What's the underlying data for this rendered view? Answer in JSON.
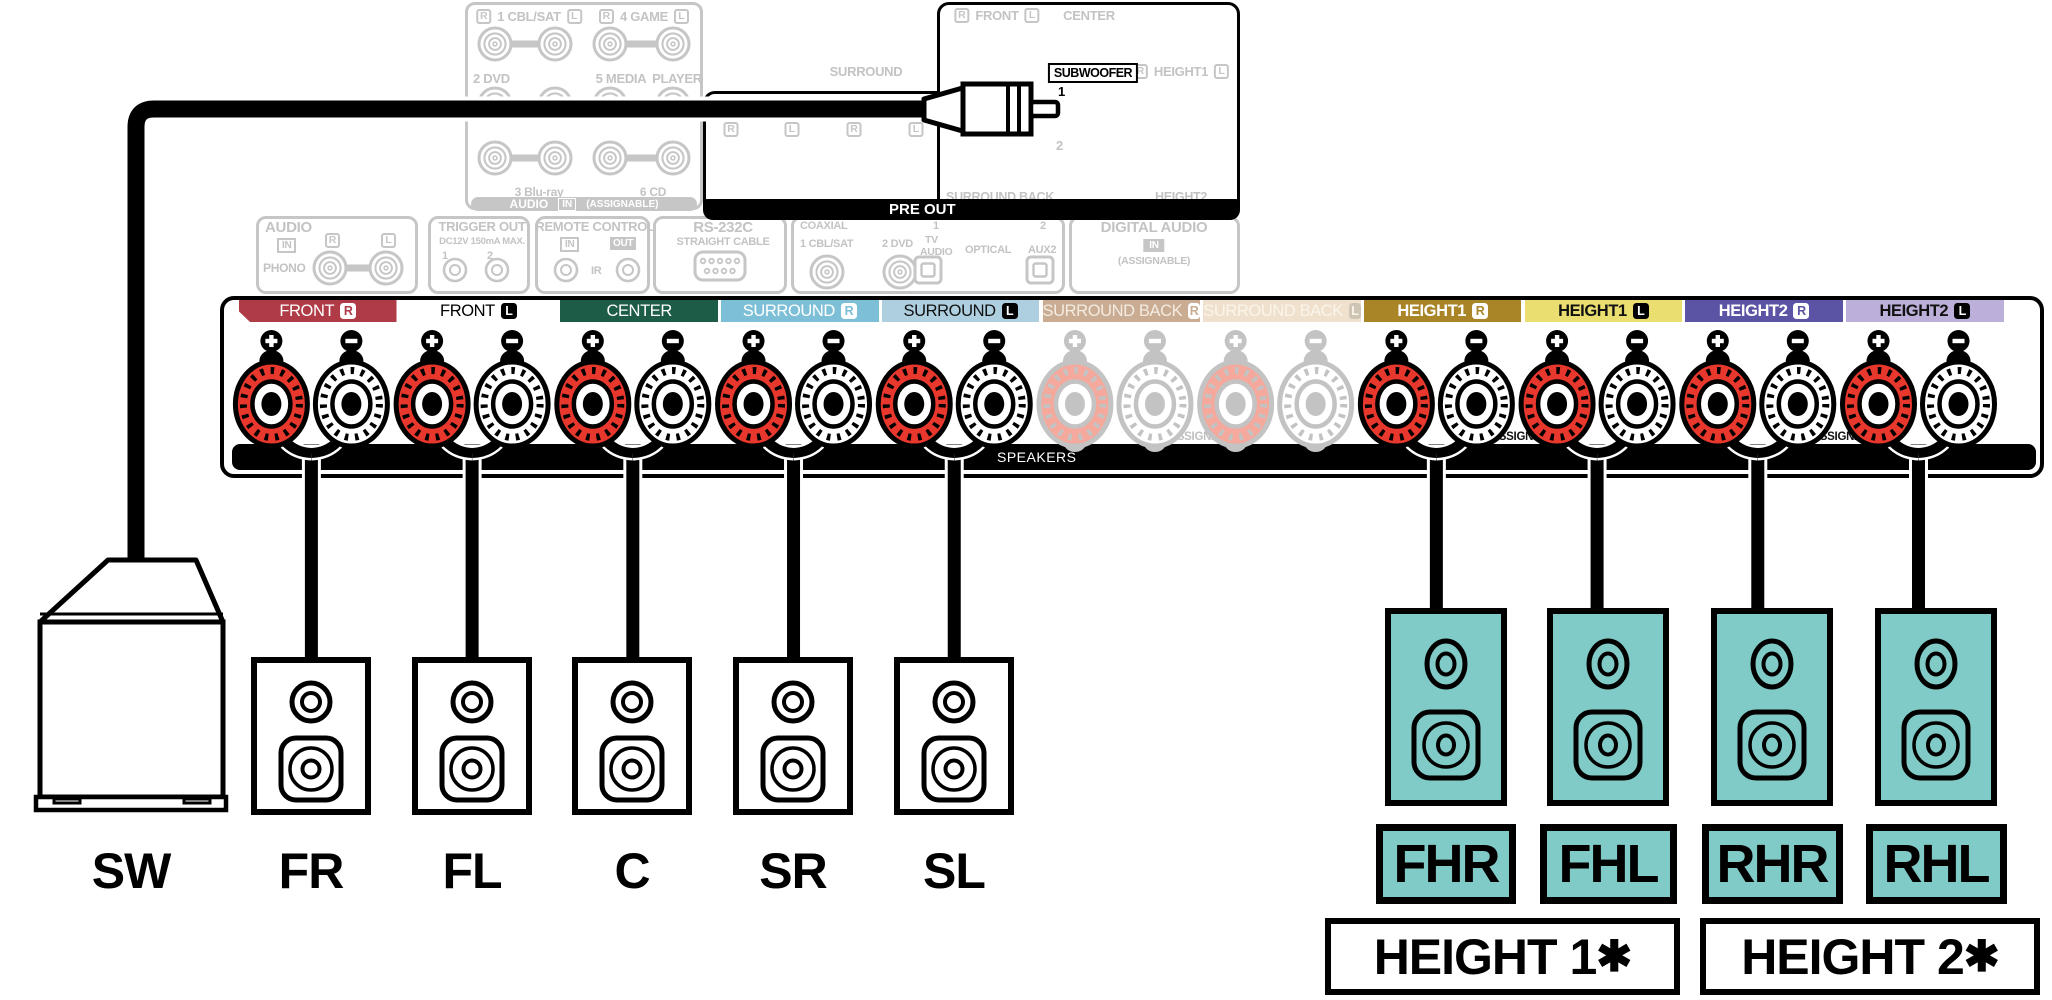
{
  "colors": {
    "post_red": "#E8372C",
    "post_red_faded": "#F5A89C",
    "inactive_gray": "#C3C3C3",
    "height_speaker_cyan": "#80CBC7"
  },
  "rear_top": {
    "inputs": {
      "row1": [
        {
          "r": "R",
          "label": "1 CBL/SAT",
          "l": "L"
        },
        {
          "r": "R",
          "label": "4 GAME",
          "l": "L"
        }
      ],
      "row2": [
        "2 DVD",
        "5 MEDIA",
        "PLAYER"
      ],
      "row3": [
        "3 Blu-ray",
        "6 CD"
      ],
      "bar": {
        "audio": "AUDIO",
        "in": "IN",
        "assignable": "(ASSIGNABLE)"
      }
    },
    "pre_out": {
      "front_r": "R",
      "front": "FRONT",
      "front_l": "L",
      "center": "CENTER",
      "surround": "SURROUND",
      "subwoofer": "SUBWOOFER",
      "jack1": "1",
      "jack2": "2",
      "h1_r": "R",
      "height1": "HEIGHT1",
      "h1_l": "L",
      "zone_badges": [
        "R",
        "L",
        "R",
        "L"
      ],
      "surround_back": "SURROUND BACK",
      "height2": "HEIGHT2",
      "bar": "PRE OUT"
    },
    "connectors": {
      "phono": {
        "title": "AUDIO",
        "in": "IN",
        "r": "R",
        "l": "L",
        "label": "PHONO"
      },
      "trigger": {
        "title": "TRIGGER OUT",
        "spec": "DC12V 150mA MAX.",
        "n1": "1",
        "n2": "2"
      },
      "remote": {
        "title": "REMOTE CONTROL",
        "in": "IN",
        "out": "OUT",
        "ir": "IR"
      },
      "rs232": {
        "title": "RS-232C",
        "subtitle": "STRAIGHT CABLE"
      },
      "digital": {
        "coaxial": "COAXIAL",
        "in1": "1 CBL/SAT",
        "in2": "2 DVD",
        "opt1_num": "1",
        "opt1a": "TV",
        "opt1b": "AUDIO",
        "optical": "OPTICAL",
        "opt2_num": "2",
        "opt2": "AUX2",
        "title": "DIGITAL AUDIO",
        "in": "IN",
        "assignable": "(ASSIGNABLE)"
      }
    }
  },
  "terminals": {
    "speakers_bar": "SPEAKERS",
    "assignable_gray": "ASSIGNABLE",
    "assignable1": "ASSIGNABLE",
    "assignable2": "ASSIGNABLE",
    "plus": "+",
    "minus": "−",
    "chips": [
      {
        "label": "FRONT",
        "badge": "R",
        "bg": "#AF3B46",
        "fg": "#FFFFFF",
        "badge_style": "white",
        "bold": false,
        "active": true
      },
      {
        "label": "FRONT",
        "badge": "L",
        "bg": "#FFFFFF",
        "fg": "#000000",
        "badge_style": "black",
        "bold": false,
        "active": true
      },
      {
        "label": "CENTER",
        "badge": "",
        "bg": "#1D5C47",
        "fg": "#FFFFFF",
        "badge_style": "none",
        "bold": false,
        "active": true
      },
      {
        "label": "SURROUND",
        "badge": "R",
        "bg": "#7CBFD6",
        "fg": "#FFFFFF",
        "badge_style": "white",
        "bold": false,
        "active": true
      },
      {
        "label": "SURROUND",
        "badge": "L",
        "bg": "#AECFE0",
        "fg": "#111111",
        "badge_style": "black",
        "bold": false,
        "active": true
      },
      {
        "label": "SURROUND BACK",
        "badge": "R",
        "bg": "#C9AC92",
        "fg": "#F4ECE2",
        "badge_style": "white",
        "bold": false,
        "active": false
      },
      {
        "label": "SURROUND BACK",
        "badge": "L",
        "bg": "#EFE1CE",
        "fg": "#FBF5EA",
        "badge_style": "faded",
        "bold": false,
        "active": false
      },
      {
        "label": "HEIGHT1",
        "badge": "R",
        "bg": "#A98527",
        "fg": "#FFFFFF",
        "badge_style": "white",
        "bold": true,
        "active": true
      },
      {
        "label": "HEIGHT1",
        "badge": "L",
        "bg": "#EADE70",
        "fg": "#111111",
        "badge_style": "black",
        "bold": true,
        "active": true
      },
      {
        "label": "HEIGHT2",
        "badge": "R",
        "bg": "#5B54A4",
        "fg": "#FFFFFF",
        "badge_style": "white",
        "bold": true,
        "active": true
      },
      {
        "label": "HEIGHT2",
        "badge": "L",
        "bg": "#BCAFD9",
        "fg": "#111111",
        "badge_style": "black",
        "bold": true,
        "active": true
      }
    ]
  },
  "speakers": {
    "mains": [
      {
        "label": "SW"
      },
      {
        "label": "FR"
      },
      {
        "label": "FL"
      },
      {
        "label": "C"
      },
      {
        "label": "SR"
      },
      {
        "label": "SL"
      }
    ],
    "heights": [
      {
        "label": "FHR"
      },
      {
        "label": "FHL"
      },
      {
        "label": "RHR"
      },
      {
        "label": "RHL"
      }
    ],
    "groups": [
      {
        "label": "HEIGHT 1",
        "mark": "✱"
      },
      {
        "label": "HEIGHT 2",
        "mark": "✱"
      }
    ]
  }
}
